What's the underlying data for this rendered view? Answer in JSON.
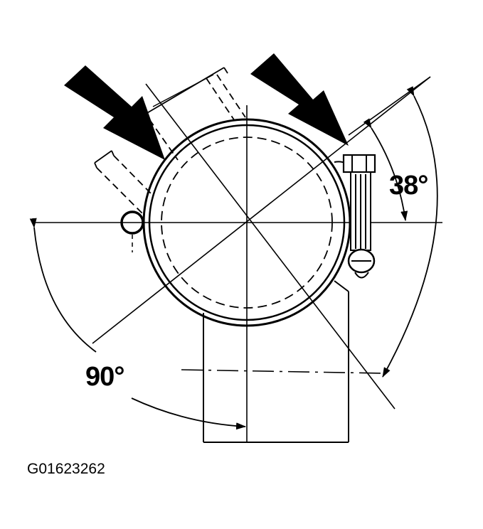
{
  "figure_id": "G01623262",
  "angles": {
    "small": "38°",
    "large": "90°"
  },
  "icons": [
    "arrow-down-right-icon",
    "arrow-down-right-icon"
  ]
}
